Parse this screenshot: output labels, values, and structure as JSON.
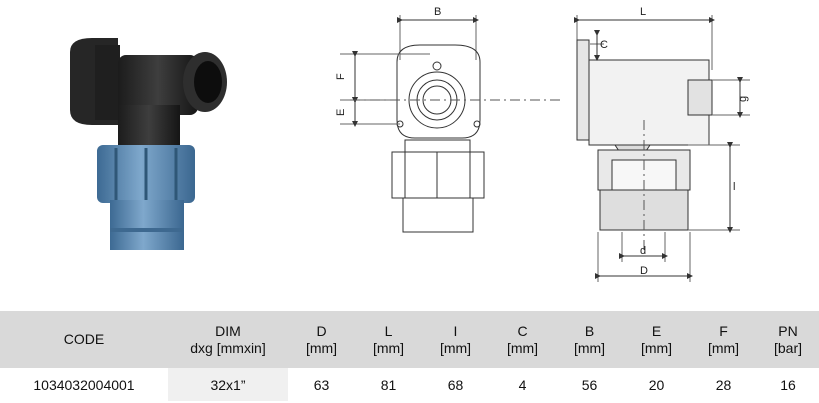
{
  "drawing_labels": {
    "front": {
      "B": "B",
      "F": "F",
      "E": "E"
    },
    "side": {
      "L": "L",
      "C": "C",
      "g": "g",
      "l": "l",
      "d": "d",
      "D": "D"
    }
  },
  "table": {
    "headers": [
      {
        "line1": "CODE",
        "line2": ""
      },
      {
        "line1": "DIM",
        "line2": "dxg [mmxin]"
      },
      {
        "line1": "D",
        "line2": "[mm]"
      },
      {
        "line1": "L",
        "line2": "[mm]"
      },
      {
        "line1": "I",
        "line2": "[mm]"
      },
      {
        "line1": "C",
        "line2": "[mm]"
      },
      {
        "line1": "B",
        "line2": "[mm]"
      },
      {
        "line1": "E",
        "line2": "[mm]"
      },
      {
        "line1": "F",
        "line2": "[mm]"
      },
      {
        "line1": "PN",
        "line2": "[bar]"
      }
    ],
    "rows": [
      [
        "1034032004001",
        "32x1”",
        "63",
        "81",
        "68",
        "4",
        "56",
        "20",
        "28",
        "16"
      ]
    ]
  },
  "colors": {
    "header_bg": "#d9d9d9",
    "highlight_cell_bg": "#f0f0f0",
    "fitting_body": "#2b2b2b",
    "fitting_nut": "#5a87b0"
  }
}
